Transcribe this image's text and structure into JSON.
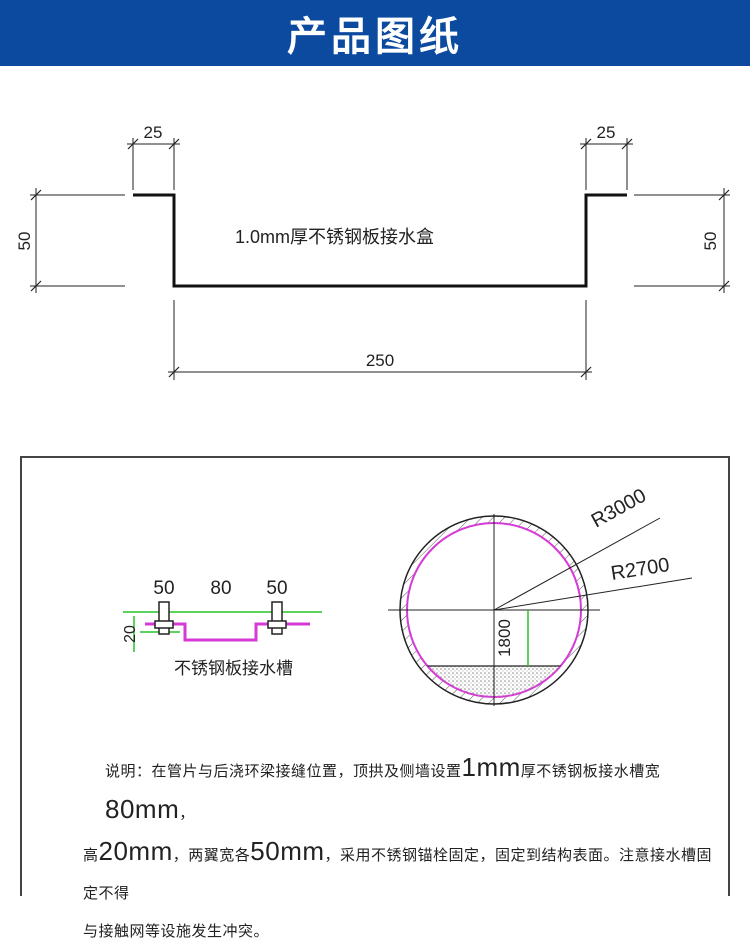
{
  "header": {
    "title": "产品图纸",
    "bg_color": "#0c4aa0"
  },
  "drawing1": {
    "label_main": "1.0mm厚不锈钢板接水盒",
    "dim_left_flange": "25",
    "dim_right_flange": "25",
    "dim_left_height": "50",
    "dim_right_height": "50",
    "dim_bottom_width": "250"
  },
  "drawing2": {
    "small_dims": {
      "left": "50",
      "middle": "80",
      "right": "50",
      "height": "20"
    },
    "small_label": "不锈钢板接水槽",
    "radius_outer": "R3000",
    "radius_inner": "R2700",
    "height_dim": "1800",
    "accent_magenta": "#d63ad6",
    "accent_green": "#29c329"
  },
  "note": {
    "p1": "说明：在管片与后浇环梁接缝位置，顶拱及侧墙设置",
    "v1": "1mm",
    "p2": "厚不锈钢板接水槽宽",
    "v2": "80mm",
    "p3": "，",
    "p4": "高",
    "v3": "20mm",
    "p5": "，两翼宽各",
    "v4": "50mm",
    "p6": "，采用不锈钢锚栓固定，固定到结构表面。注意接水槽固定不得",
    "p7": "与接触网等设施发生冲突。"
  }
}
